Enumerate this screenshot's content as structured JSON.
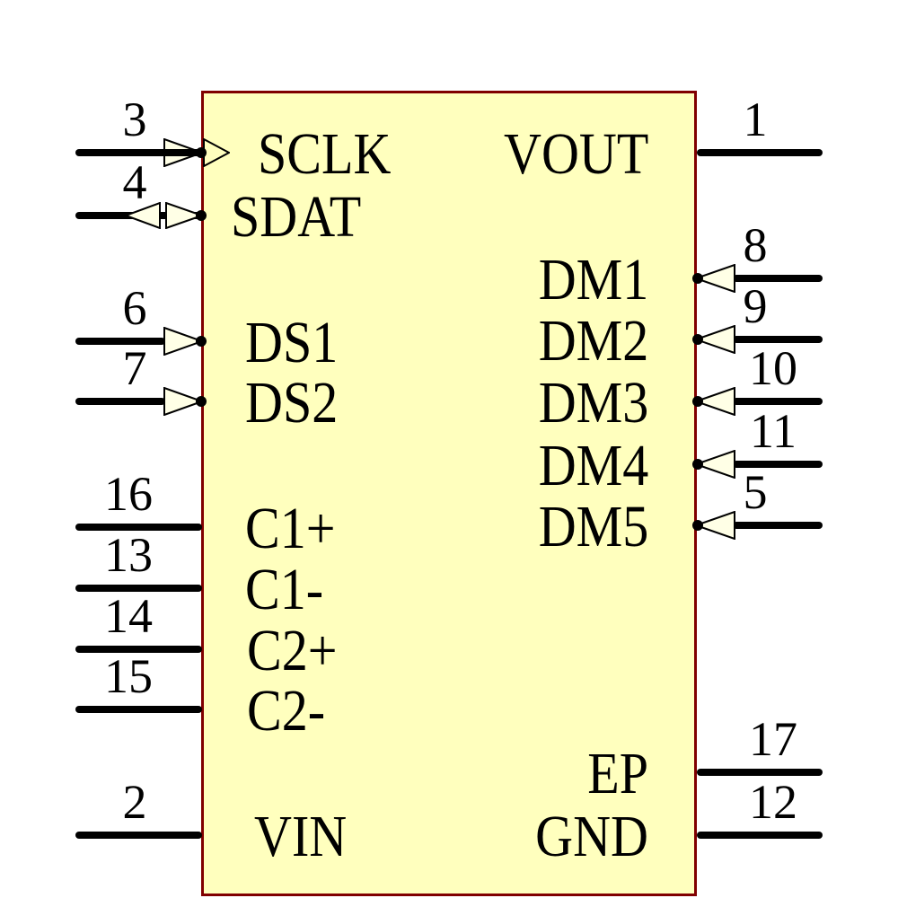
{
  "diagram": {
    "kind": "ic-schematic-symbol",
    "colors": {
      "body_fill": "#FFFFBE",
      "body_border": "#800000",
      "wire": "#000000",
      "arrow_fill": "#FFFFE6"
    },
    "pins": {
      "p3": {
        "number": "3",
        "label": "SCLK",
        "side": "left",
        "arrow": "double-right-input"
      },
      "p4": {
        "number": "4",
        "label": "SDAT",
        "side": "left",
        "arrow": "bidirectional"
      },
      "p6": {
        "number": "6",
        "label": "DS1",
        "side": "left",
        "arrow": "right-input"
      },
      "p7": {
        "number": "7",
        "label": "DS2",
        "side": "left",
        "arrow": "right-input"
      },
      "p16": {
        "number": "16",
        "label": "C1+",
        "side": "left",
        "arrow": "none"
      },
      "p13": {
        "number": "13",
        "label": "C1-",
        "side": "left",
        "arrow": "none"
      },
      "p14": {
        "number": "14",
        "label": "C2+",
        "side": "left",
        "arrow": "none"
      },
      "p15": {
        "number": "15",
        "label": "C2-",
        "side": "left",
        "arrow": "none"
      },
      "p2": {
        "number": "2",
        "label": "VIN",
        "side": "left",
        "arrow": "none"
      },
      "p1": {
        "number": "1",
        "label": "VOUT",
        "side": "right",
        "arrow": "none"
      },
      "p8": {
        "number": "8",
        "label": "DM1",
        "side": "right",
        "arrow": "left-input"
      },
      "p9": {
        "number": "9",
        "label": "DM2",
        "side": "right",
        "arrow": "left-input"
      },
      "p10": {
        "number": "10",
        "label": "DM3",
        "side": "right",
        "arrow": "left-input"
      },
      "p11": {
        "number": "11",
        "label": "DM4",
        "side": "right",
        "arrow": "left-input"
      },
      "p5": {
        "number": "5",
        "label": "DM5",
        "side": "right",
        "arrow": "left-input"
      },
      "p17": {
        "number": "17",
        "label": "EP",
        "side": "right",
        "arrow": "none"
      },
      "p12": {
        "number": "12",
        "label": "GND",
        "side": "right",
        "arrow": "none"
      }
    }
  }
}
